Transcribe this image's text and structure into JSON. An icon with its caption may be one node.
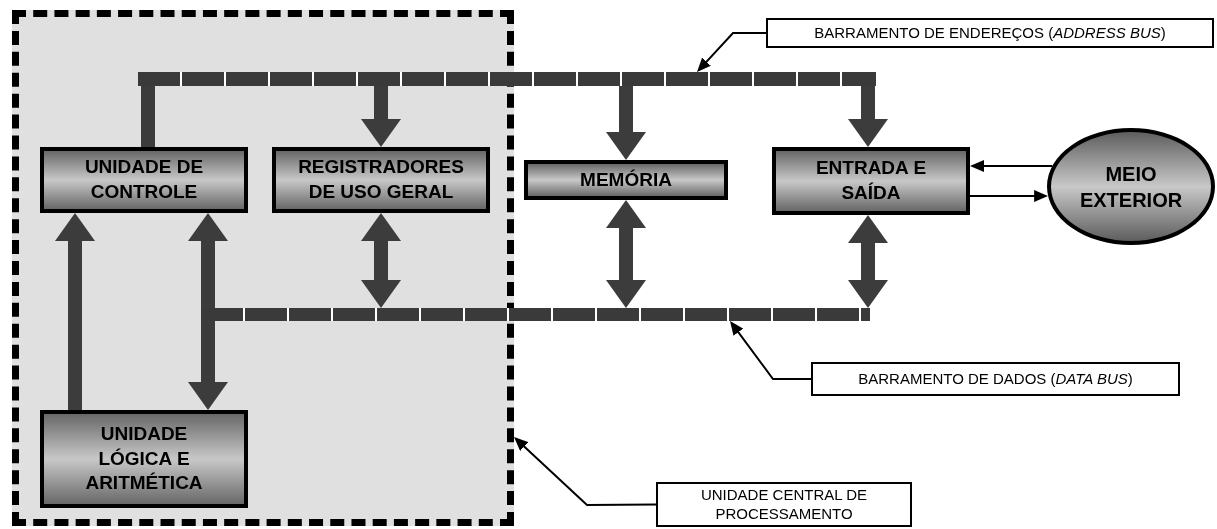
{
  "diagram": {
    "nodes": [
      {
        "text": [],
        "shape": "box"
      },
      {
        "text": [
          "UNIDADE DE CONTROLE"
        ],
        "in": 0
      },
      {
        "text": [
          "REGISTRADORES DE USO GERAL"
        ],
        "in": 0
      },
      {
        "text": [
          "UNIDADE LÓGICA E ARITMÉTICA"
        ],
        "in": 0
      },
      {
        "text": [
          "MEMÓRIA"
        ]
      },
      {
        "text": [
          "ENTRADA E SAÍDA"
        ]
      },
      {
        "text": [
          "MEIO EXTERIOR"
        ]
      },
      {
        "text": [],
        "shape": "bar"
      },
      {
        "text": [],
        "shape": "bar"
      },
      {
        "text": [
          "BARRAMENTO DE ENDEREÇOS (*ADDRESS BUS*)"
        ]
      },
      {
        "text": [
          "BARRAMENTO DE DADOS (*DATA BUS*)"
        ]
      },
      {
        "text": [
          "UNIDADE CENTRAL DE PROCESSAMENTO"
        ]
      }
    ],
    "edges": [
      {
        "from": 1,
        "to": 7,
        "arrow": "none"
      },
      {
        "from": 7,
        "to": 2,
        "arrow": "to"
      },
      {
        "from": 7,
        "to": 4,
        "arrow": "to"
      },
      {
        "from": 7,
        "to": 5,
        "arrow": "to"
      },
      {
        "from": 3,
        "to": 1,
        "arrow": "to"
      },
      {
        "from": 8,
        "to": 1,
        "arrow": "to"
      },
      {
        "from": 8,
        "to": 3,
        "arrow": "to"
      },
      {
        "from": 2,
        "to": 8,
        "arrow": "both"
      },
      {
        "from": 4,
        "to": 8,
        "arrow": "both"
      },
      {
        "from": 5,
        "to": 8,
        "arrow": "both"
      },
      {
        "from": 6,
        "to": 5,
        "arrow": "to",
        "color": "#000000"
      },
      {
        "from": 5,
        "to": 6,
        "arrow": "to",
        "color": "#000000"
      },
      {
        "from": 9,
        "to": 7,
        "arrow": "to",
        "color": "#000000"
      },
      {
        "from": 10,
        "to": 8,
        "arrow": "to",
        "color": "#000000"
      },
      {
        "from": 11,
        "to": 0,
        "arrow": "to",
        "color": "#000000"
      }
    ]
  }
}
